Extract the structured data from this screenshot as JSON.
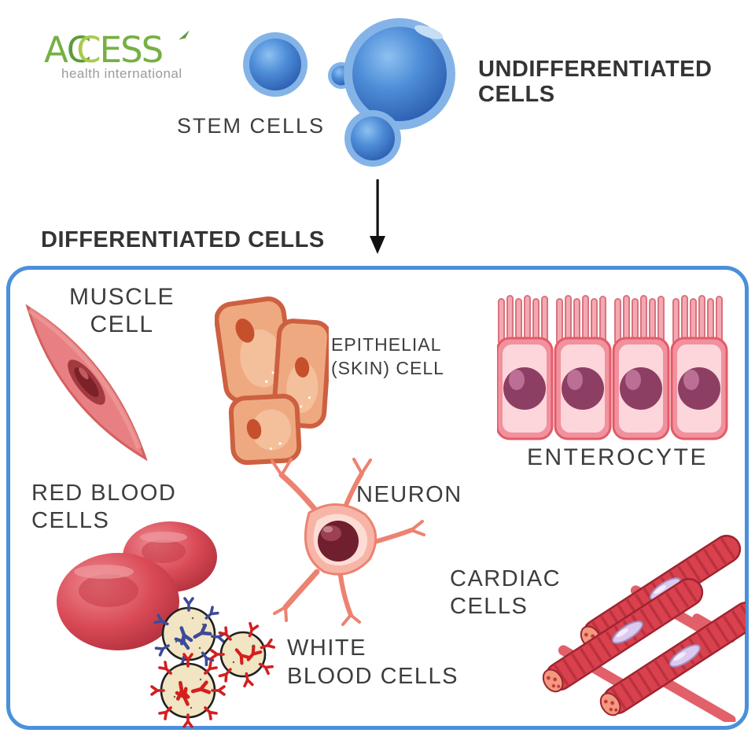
{
  "theme": {
    "bg": "#ffffff",
    "ink": "#3a3a3a",
    "logo-green": "#76b043",
    "logo-green-dark": "#5d9b3c",
    "logo-green-light": "#a9cb4e",
    "logo-gray": "#9b9b9b",
    "box-blue": "#4a90da",
    "stem-blue-rim": "#84b4e7",
    "stem-blue-dark": "#2a5cae",
    "muscle-pink": "#e88083",
    "epithelial-tan": "#efa981",
    "enterocyte-pink": "#f2919e",
    "rbc-red": "#d94a56",
    "neuron-pink": "#f7b5a8",
    "cardiac-red": "#d8414d",
    "wbc-cream": "#f1e5c3",
    "wbc-spike-blue": "#3d4a99",
    "wbc-spike-red": "#d41f1f",
    "arrow-black": "#111111"
  },
  "logo": {
    "letters": [
      "A",
      "C",
      "C",
      "E",
      "S",
      "S"
    ],
    "subtitle": "health international"
  },
  "header": {
    "stem_cells_label": "STEM CELLS",
    "undiff_line1": "UNDIFFERENTIATED",
    "undiff_line2": "CELLS"
  },
  "diff_heading": "DIFFERENTIATED CELLS",
  "cells": {
    "muscle": {
      "line1": "MUSCLE",
      "line2": "CELL"
    },
    "epithelial": {
      "line1": "EPITHELIAL",
      "line2": "(SKIN) CELL"
    },
    "enterocyte": {
      "label": "ENTEROCYTE"
    },
    "rbc": {
      "line1": "RED BLOOD",
      "line2": "CELLS"
    },
    "neuron": {
      "label": "NEURON"
    },
    "cardiac": {
      "line1": "CARDIAC",
      "line2": "CELLS"
    },
    "wbc": {
      "line1": "WHITE",
      "line2": "BLOOD CELLS"
    }
  },
  "illustrations": [
    "stem-cells-illustration",
    "muscle-cell-illustration",
    "epithelial-cells-illustration",
    "enterocyte-illustration",
    "red-blood-cells-illustration",
    "neuron-illustration",
    "cardiac-cells-illustration",
    "white-blood-cells-illustration"
  ]
}
